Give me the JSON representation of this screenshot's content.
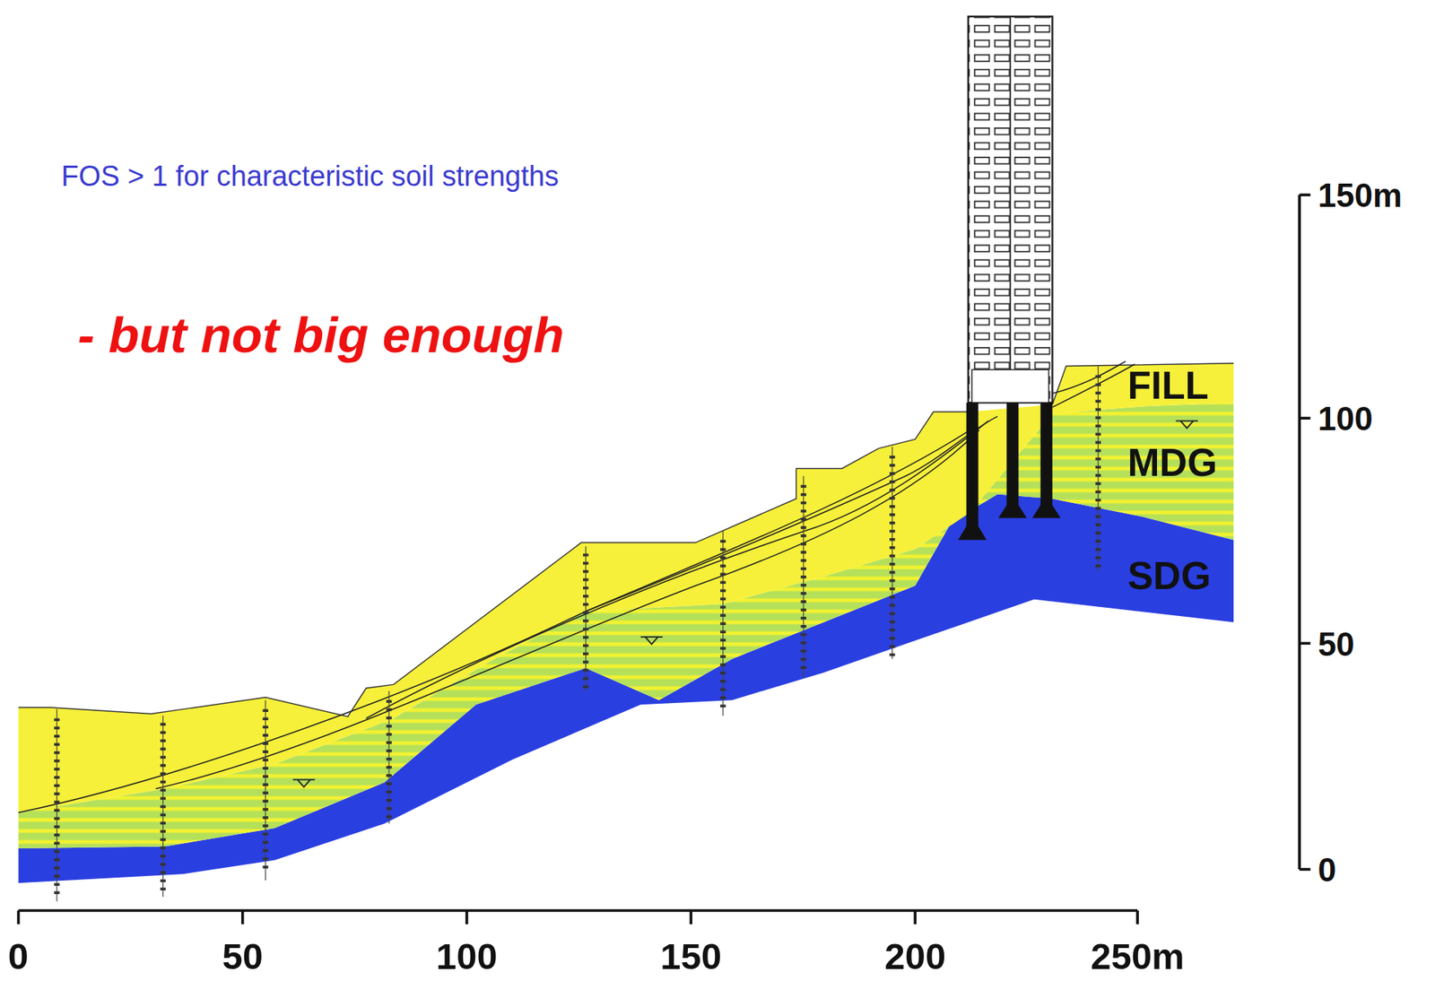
{
  "diagram": {
    "labels": [
      "FOS > 1 for characteristic soil strengths",
      "- but not big enough",
      "FILL",
      "MDG",
      "SDG",
      "150m",
      "100",
      "50",
      "0",
      "0",
      "50",
      "100",
      "150",
      "200",
      "250m"
    ]
  }
}
